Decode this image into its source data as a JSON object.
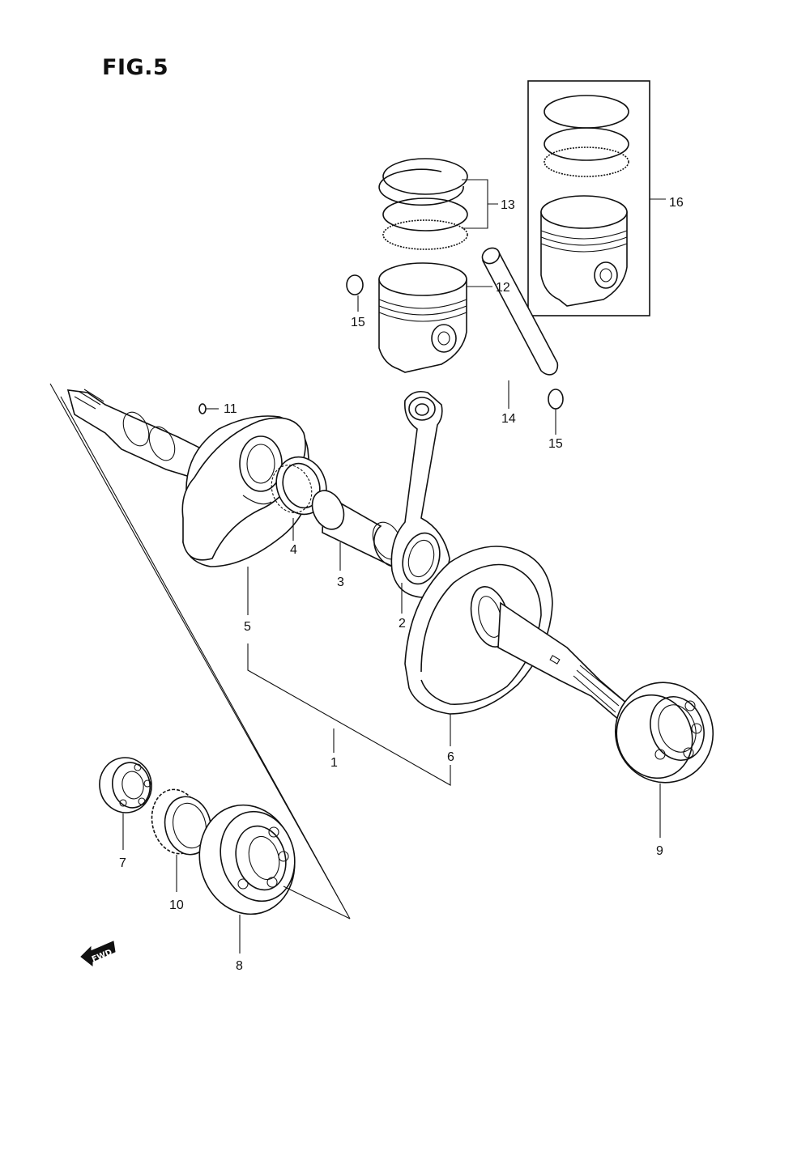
{
  "figure": {
    "title": "FIG.5",
    "fwd_label": "FWD"
  },
  "callouts": {
    "c1": "1",
    "c2": "2",
    "c3": "3",
    "c4": "4",
    "c5": "5",
    "c6": "6",
    "c7": "7",
    "c8": "8",
    "c9": "9",
    "c10": "10",
    "c11": "11",
    "c12": "12",
    "c13": "13",
    "c14": "14",
    "c15a": "15",
    "c15b": "15",
    "c16": "16"
  }
}
